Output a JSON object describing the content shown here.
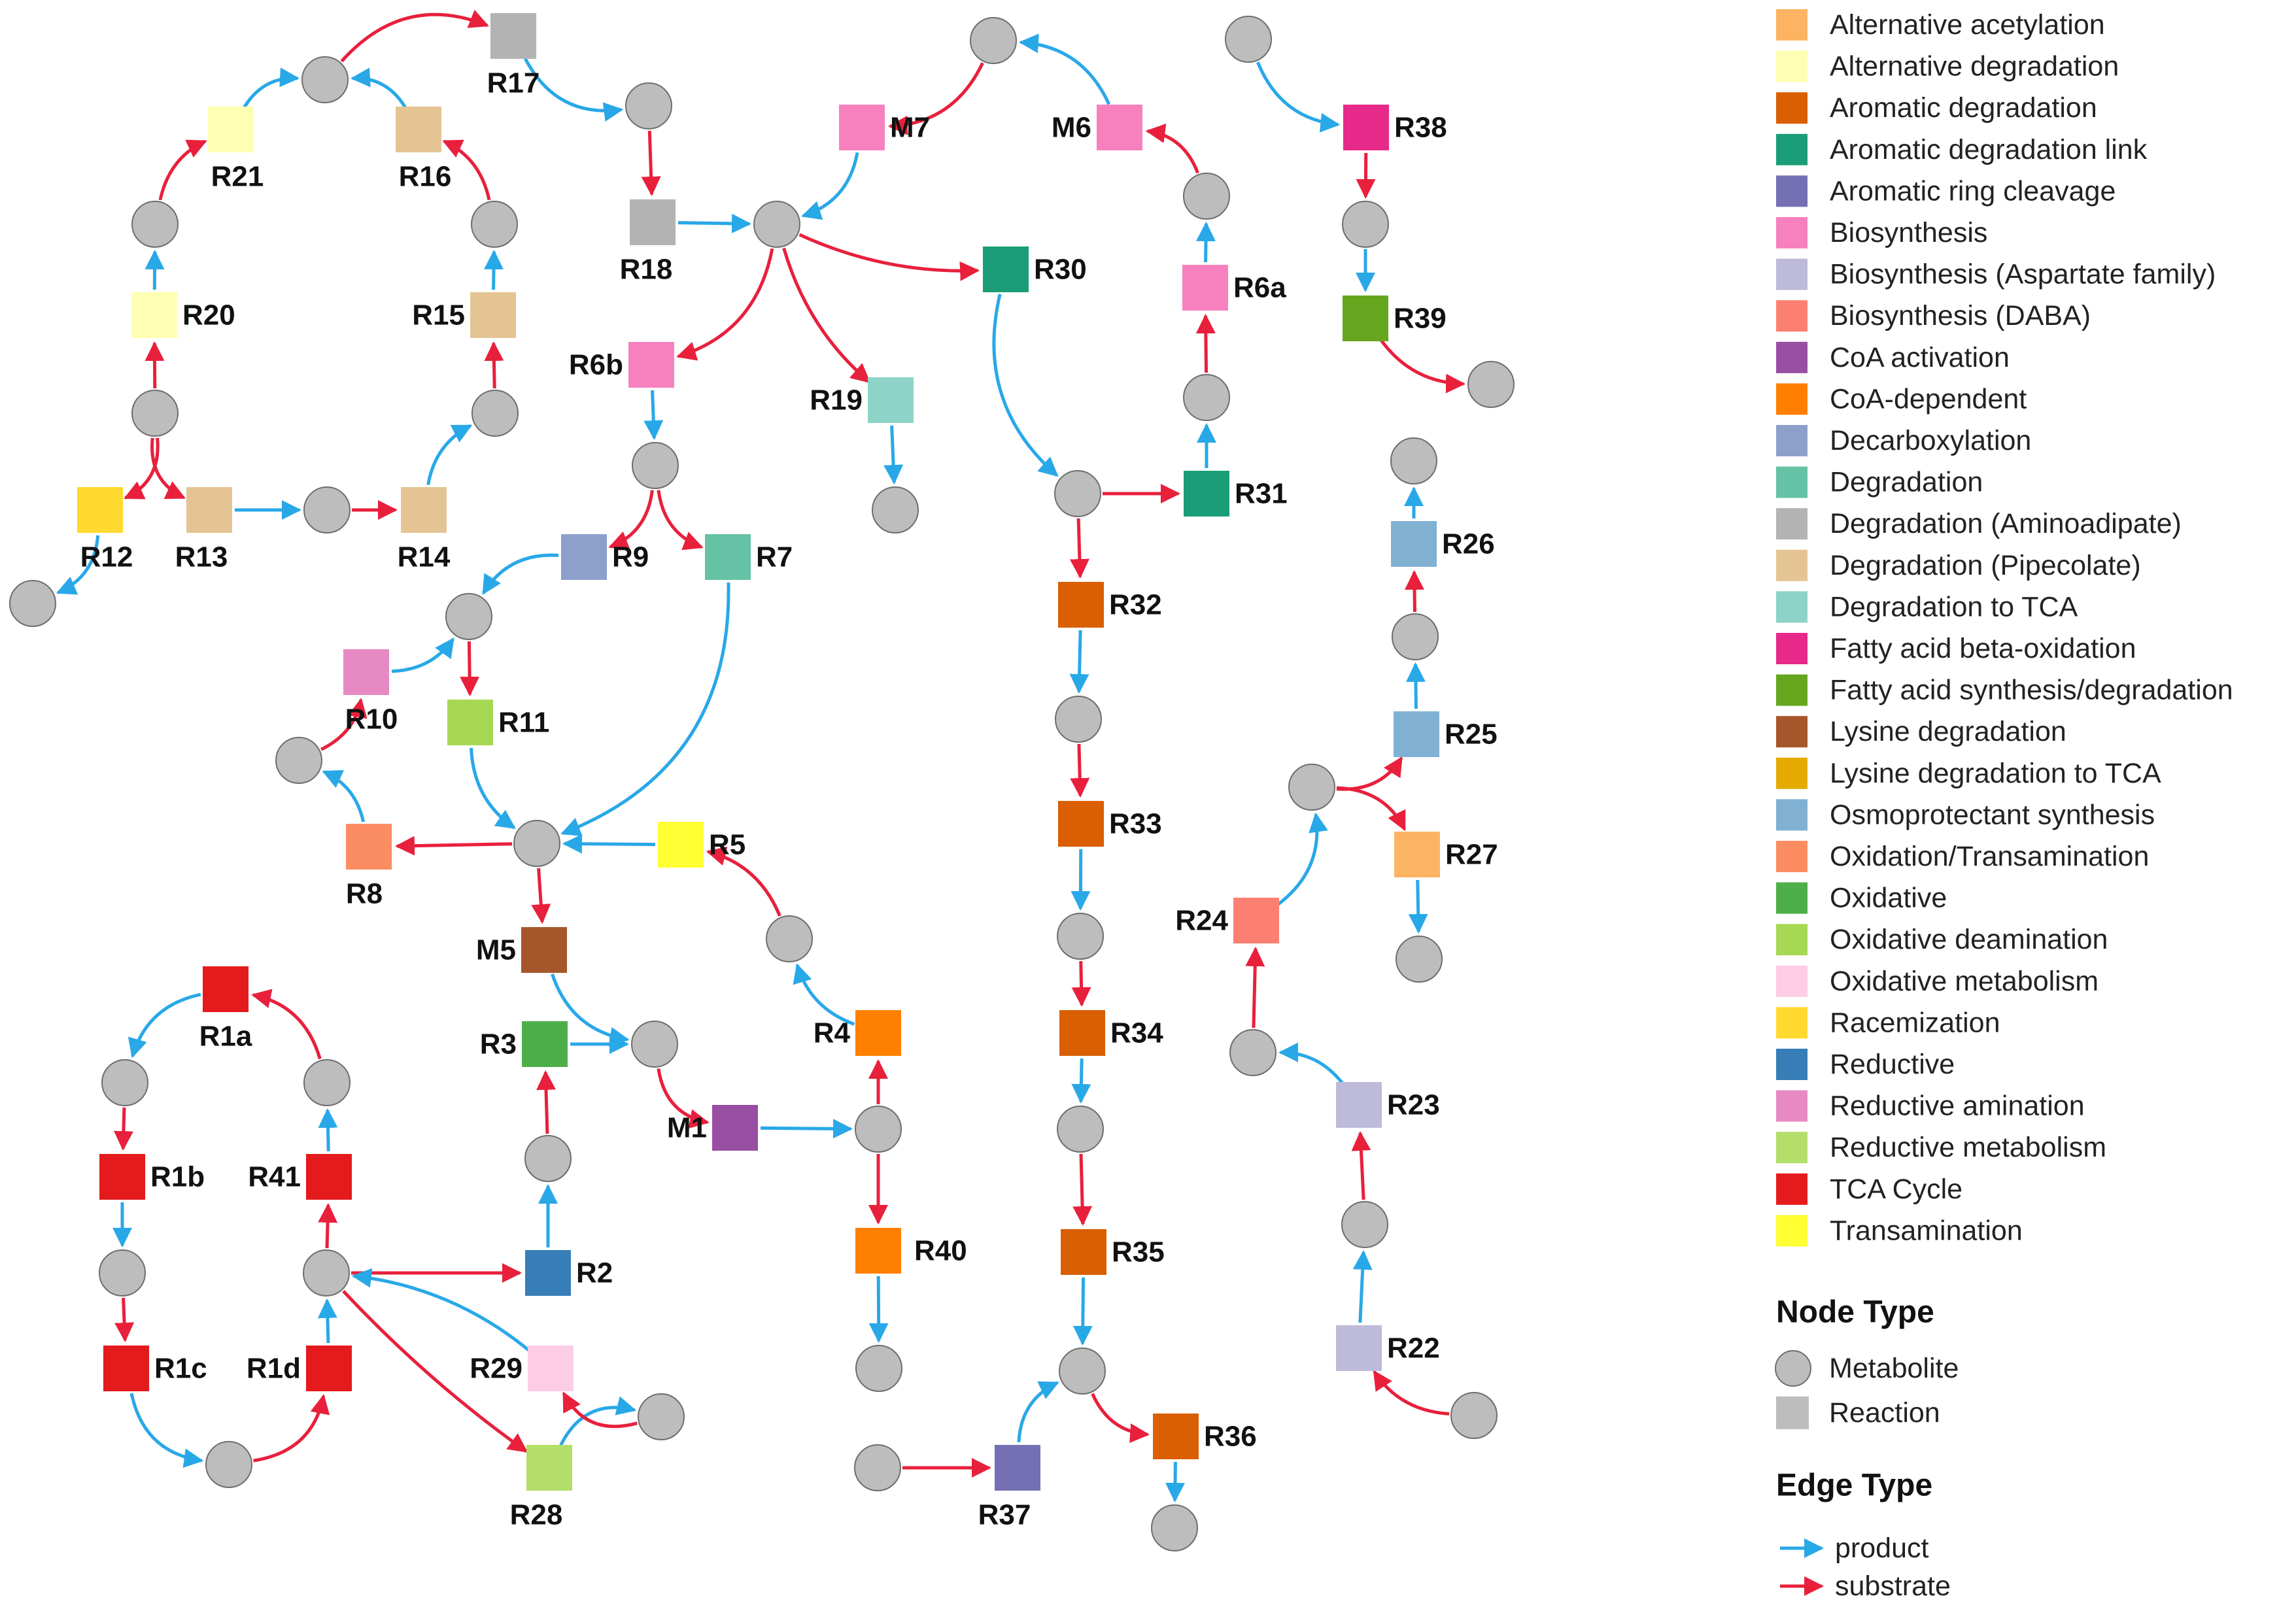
{
  "colors": {
    "product": "#29A8E8",
    "substrate": "#E8203C",
    "metabolite_fill": "#BDBDBD",
    "metabolite_stroke": "#6E6E6E",
    "reaction_legend": "#BDBDBD"
  },
  "categories": [
    {
      "name": "Alternative acetylation",
      "color": "#FDB462"
    },
    {
      "name": "Alternative degradation",
      "color": "#FFFFB3"
    },
    {
      "name": "Aromatic degradation",
      "color": "#D95F02"
    },
    {
      "name": "Aromatic degradation link",
      "color": "#1B9E77"
    },
    {
      "name": "Aromatic ring cleavage",
      "color": "#7570B3"
    },
    {
      "name": "Biosynthesis",
      "color": "#F781BF"
    },
    {
      "name": "Biosynthesis (Aspartate family)",
      "color": "#BEBADA"
    },
    {
      "name": "Biosynthesis (DABA)",
      "color": "#FB8072"
    },
    {
      "name": "CoA activation",
      "color": "#984EA3"
    },
    {
      "name": "CoA-dependent",
      "color": "#FF7F00"
    },
    {
      "name": "Decarboxylation",
      "color": "#8DA0CB"
    },
    {
      "name": "Degradation",
      "color": "#66C2A5"
    },
    {
      "name": "Degradation (Aminoadipate)",
      "color": "#B3B3B3"
    },
    {
      "name": "Degradation (Pipecolate)",
      "color": "#E5C494"
    },
    {
      "name": "Degradation to TCA",
      "color": "#8DD3C7"
    },
    {
      "name": "Fatty acid beta-oxidation",
      "color": "#E7298A"
    },
    {
      "name": "Fatty acid synthesis/degradation",
      "color": "#66A61E"
    },
    {
      "name": "Lysine degradation",
      "color": "#A6562B"
    },
    {
      "name": "Lysine degradation to TCA",
      "color": "#E6AB02"
    },
    {
      "name": "Osmoprotectant synthesis",
      "color": "#80B1D3"
    },
    {
      "name": "Oxidation/Transamination",
      "color": "#FC8D62"
    },
    {
      "name": "Oxidative",
      "color": "#4DAF4A"
    },
    {
      "name": "Oxidative deamination",
      "color": "#A6D854"
    },
    {
      "name": "Oxidative metabolism",
      "color": "#FCCDE5"
    },
    {
      "name": "Racemization",
      "color": "#FFD92F"
    },
    {
      "name": "Reductive",
      "color": "#377EB8"
    },
    {
      "name": "Reductive amination",
      "color": "#E78AC3"
    },
    {
      "name": "Reductive metabolism",
      "color": "#B3DE69"
    },
    {
      "name": "TCA Cycle",
      "color": "#E41A1C"
    },
    {
      "name": "Transamination",
      "color": "#FFFF33"
    }
  ],
  "legend": {
    "node_type_title": "Node Type",
    "node_types": [
      {
        "name": "Metabolite",
        "shape": "circle"
      },
      {
        "name": "Reaction",
        "shape": "square"
      }
    ],
    "edge_type_title": "Edge Type",
    "edge_types": [
      {
        "name": "product",
        "color_key": "product"
      },
      {
        "name": "substrate",
        "color_key": "substrate"
      }
    ]
  },
  "reactions": [
    {
      "id": "R17",
      "label": "R17",
      "category": "Degradation (Aminoadipate)"
    },
    {
      "id": "R18",
      "label": "R18",
      "category": "Degradation (Aminoadipate)"
    },
    {
      "id": "R21",
      "label": "R21",
      "category": "Alternative degradation"
    },
    {
      "id": "R20",
      "label": "R20",
      "category": "Alternative degradation"
    },
    {
      "id": "R16",
      "label": "R16",
      "category": "Degradation (Pipecolate)"
    },
    {
      "id": "R15",
      "label": "R15",
      "category": "Degradation (Pipecolate)"
    },
    {
      "id": "R14",
      "label": "R14",
      "category": "Degradation (Pipecolate)"
    },
    {
      "id": "R13",
      "label": "R13",
      "category": "Degradation (Pipecolate)"
    },
    {
      "id": "R12",
      "label": "R12",
      "category": "Racemization"
    },
    {
      "id": "M7",
      "label": "M7",
      "category": "Biosynthesis"
    },
    {
      "id": "M6",
      "label": "M6",
      "category": "Biosynthesis"
    },
    {
      "id": "R6b",
      "label": "R6b",
      "category": "Biosynthesis"
    },
    {
      "id": "R6a",
      "label": "R6a",
      "category": "Biosynthesis"
    },
    {
      "id": "R30",
      "label": "R30",
      "category": "Aromatic degradation link"
    },
    {
      "id": "R31",
      "label": "R31",
      "category": "Aromatic degradation link"
    },
    {
      "id": "R19",
      "label": "R19",
      "category": "Degradation to TCA"
    },
    {
      "id": "R38",
      "label": "R38",
      "category": "Fatty acid beta-oxidation"
    },
    {
      "id": "R39",
      "label": "R39",
      "category": "Fatty acid synthesis/degradation"
    },
    {
      "id": "R9",
      "label": "R9",
      "category": "Decarboxylation"
    },
    {
      "id": "R7",
      "label": "R7",
      "category": "Degradation"
    },
    {
      "id": "R10",
      "label": "R10",
      "category": "Reductive amination"
    },
    {
      "id": "R11",
      "label": "R11",
      "category": "Oxidative deamination"
    },
    {
      "id": "R8",
      "label": "R8",
      "category": "Oxidation/Transamination"
    },
    {
      "id": "R5",
      "label": "R5",
      "category": "Transamination"
    },
    {
      "id": "M5",
      "label": "M5",
      "category": "Lysine degradation"
    },
    {
      "id": "R3",
      "label": "R3",
      "category": "Oxidative"
    },
    {
      "id": "M1",
      "label": "M1",
      "category": "CoA activation"
    },
    {
      "id": "R4",
      "label": "R4",
      "category": "CoA-dependent"
    },
    {
      "id": "R40",
      "label": "R40",
      "category": "CoA-dependent"
    },
    {
      "id": "R2",
      "label": "R2",
      "category": "Reductive"
    },
    {
      "id": "R29",
      "label": "R29",
      "category": "Oxidative metabolism"
    },
    {
      "id": "R28",
      "label": "R28",
      "category": "Reductive metabolism"
    },
    {
      "id": "R1a",
      "label": "R1a",
      "category": "TCA Cycle"
    },
    {
      "id": "R1b",
      "label": "R1b",
      "category": "TCA Cycle"
    },
    {
      "id": "R1c",
      "label": "R1c",
      "category": "TCA Cycle"
    },
    {
      "id": "R1d",
      "label": "R1d",
      "category": "TCA Cycle"
    },
    {
      "id": "R41",
      "label": "R41",
      "category": "TCA Cycle"
    },
    {
      "id": "R32",
      "label": "R32",
      "category": "Aromatic degradation"
    },
    {
      "id": "R33",
      "label": "R33",
      "category": "Aromatic degradation"
    },
    {
      "id": "R34",
      "label": "R34",
      "category": "Aromatic degradation"
    },
    {
      "id": "R35",
      "label": "R35",
      "category": "Aromatic degradation"
    },
    {
      "id": "R36",
      "label": "R36",
      "category": "Aromatic degradation"
    },
    {
      "id": "R37",
      "label": "R37",
      "category": "Aromatic ring cleavage"
    },
    {
      "id": "R26",
      "label": "R26",
      "category": "Osmoprotectant synthesis"
    },
    {
      "id": "R25",
      "label": "R25",
      "category": "Osmoprotectant synthesis"
    },
    {
      "id": "R27",
      "label": "R27",
      "category": "Alternative acetylation"
    },
    {
      "id": "R24",
      "label": "R24",
      "category": "Biosynthesis (DABA)"
    },
    {
      "id": "R23",
      "label": "R23",
      "category": "Biosynthesis (Aspartate family)"
    },
    {
      "id": "R22",
      "label": "R22",
      "category": "Biosynthesis (Aspartate family)"
    }
  ],
  "metabolites": [
    "m1",
    "m2",
    "m3",
    "m4",
    "m5",
    "m6",
    "m7",
    "m8",
    "m9",
    "m10",
    "m11",
    "m12",
    "m13",
    "m14",
    "m15",
    "m16",
    "m17",
    "m18",
    "m19",
    "m20",
    "m21",
    "m22",
    "m23",
    "m24",
    "m25",
    "m26",
    "m27",
    "m28",
    "m29",
    "m30",
    "m31",
    "m32",
    "m33",
    "m34",
    "m35",
    "m36",
    "m37",
    "m38",
    "m39",
    "m40",
    "m41",
    "m42",
    "m43",
    "m44",
    "m45",
    "m46",
    "m47",
    "m48",
    "m49",
    "m50",
    "m51",
    "m52"
  ],
  "edges": [
    {
      "from": "m1",
      "to": "R17",
      "type": "substrate"
    },
    {
      "from": "R17",
      "to": "m2",
      "type": "product"
    },
    {
      "from": "m2",
      "to": "R18",
      "type": "substrate"
    },
    {
      "from": "R18",
      "to": "m3",
      "type": "product"
    },
    {
      "from": "R21",
      "to": "m1",
      "type": "product"
    },
    {
      "from": "m4",
      "to": "R21",
      "type": "substrate"
    },
    {
      "from": "R20",
      "to": "m4",
      "type": "product"
    },
    {
      "from": "m5",
      "to": "R20",
      "type": "substrate"
    },
    {
      "from": "R16",
      "to": "m1",
      "type": "product"
    },
    {
      "from": "m6",
      "to": "R16",
      "type": "substrate"
    },
    {
      "from": "R15",
      "to": "m6",
      "type": "product"
    },
    {
      "from": "m7",
      "to": "R15",
      "type": "substrate"
    },
    {
      "from": "R14",
      "to": "m7",
      "type": "product"
    },
    {
      "from": "m8",
      "to": "R14",
      "type": "substrate"
    },
    {
      "from": "R13",
      "to": "m8",
      "type": "product"
    },
    {
      "from": "m5",
      "to": "R13",
      "type": "substrate"
    },
    {
      "from": "m5",
      "to": "R12",
      "type": "substrate"
    },
    {
      "from": "R12",
      "to": "m9",
      "type": "product"
    },
    {
      "from": "m10",
      "to": "M7",
      "type": "substrate"
    },
    {
      "from": "M7",
      "to": "m3",
      "type": "product"
    },
    {
      "from": "M6",
      "to": "m10",
      "type": "product"
    },
    {
      "from": "m11",
      "to": "M6",
      "type": "substrate"
    },
    {
      "from": "R6a",
      "to": "m11",
      "type": "product"
    },
    {
      "from": "m12",
      "to": "R6a",
      "type": "substrate"
    },
    {
      "from": "R31",
      "to": "m12",
      "type": "product"
    },
    {
      "from": "m13",
      "to": "R31",
      "type": "substrate"
    },
    {
      "from": "m3",
      "to": "R30",
      "type": "substrate"
    },
    {
      "from": "R30",
      "to": "m13",
      "type": "product"
    },
    {
      "from": "m3",
      "to": "R19",
      "type": "substrate"
    },
    {
      "from": "R19",
      "to": "m14",
      "type": "product"
    },
    {
      "from": "m3",
      "to": "R6b",
      "type": "substrate"
    },
    {
      "from": "R6b",
      "to": "m15",
      "type": "product"
    },
    {
      "from": "m15",
      "to": "R9",
      "type": "substrate"
    },
    {
      "from": "m15",
      "to": "R7",
      "type": "substrate"
    },
    {
      "from": "R9",
      "to": "m16",
      "type": "product"
    },
    {
      "from": "R7",
      "to": "m17",
      "type": "product"
    },
    {
      "from": "R10",
      "to": "m16",
      "type": "product"
    },
    {
      "from": "m18",
      "to": "R10",
      "type": "substrate"
    },
    {
      "from": "m16",
      "to": "R11",
      "type": "substrate"
    },
    {
      "from": "R11",
      "to": "m17",
      "type": "product"
    },
    {
      "from": "m17",
      "to": "R8",
      "type": "substrate"
    },
    {
      "from": "R8",
      "to": "m18",
      "type": "product"
    },
    {
      "from": "R5",
      "to": "m17",
      "type": "product"
    },
    {
      "from": "m19",
      "to": "R5",
      "type": "substrate"
    },
    {
      "from": "m17",
      "to": "M5",
      "type": "substrate"
    },
    {
      "from": "M5",
      "to": "m20",
      "type": "product"
    },
    {
      "from": "R3",
      "to": "m20",
      "type": "product"
    },
    {
      "from": "m20",
      "to": "M1",
      "type": "substrate"
    },
    {
      "from": "M1",
      "to": "m21",
      "type": "product"
    },
    {
      "from": "m21",
      "to": "R4",
      "type": "substrate"
    },
    {
      "from": "R4",
      "to": "m19",
      "type": "product"
    },
    {
      "from": "m21",
      "to": "R40",
      "type": "substrate"
    },
    {
      "from": "R40",
      "to": "m22",
      "type": "product"
    },
    {
      "from": "m23",
      "to": "R3",
      "type": "substrate"
    },
    {
      "from": "R2",
      "to": "m23",
      "type": "product"
    },
    {
      "from": "m24",
      "to": "R2",
      "type": "substrate"
    },
    {
      "from": "m24",
      "to": "R28",
      "type": "substrate"
    },
    {
      "from": "R28",
      "to": "m25",
      "type": "product"
    },
    {
      "from": "m25",
      "to": "R29",
      "type": "substrate"
    },
    {
      "from": "R29",
      "to": "m24",
      "type": "product"
    },
    {
      "from": "m26",
      "to": "R1a",
      "type": "substrate"
    },
    {
      "from": "R1a",
      "to": "m27",
      "type": "product"
    },
    {
      "from": "m27",
      "to": "R1b",
      "type": "substrate"
    },
    {
      "from": "R1b",
      "to": "m28",
      "type": "product"
    },
    {
      "from": "m28",
      "to": "R1c",
      "type": "substrate"
    },
    {
      "from": "R1c",
      "to": "m29",
      "type": "product"
    },
    {
      "from": "m29",
      "to": "R1d",
      "type": "substrate"
    },
    {
      "from": "R1d",
      "to": "m24",
      "type": "product"
    },
    {
      "from": "m24",
      "to": "R41",
      "type": "substrate"
    },
    {
      "from": "R41",
      "to": "m26",
      "type": "product"
    },
    {
      "from": "m13",
      "to": "R32",
      "type": "substrate"
    },
    {
      "from": "R32",
      "to": "m30",
      "type": "product"
    },
    {
      "from": "m30",
      "to": "R33",
      "type": "substrate"
    },
    {
      "from": "R33",
      "to": "m31",
      "type": "product"
    },
    {
      "from": "m31",
      "to": "R34",
      "type": "substrate"
    },
    {
      "from": "R34",
      "to": "m32",
      "type": "product"
    },
    {
      "from": "m32",
      "to": "R35",
      "type": "substrate"
    },
    {
      "from": "R35",
      "to": "m33",
      "type": "product"
    },
    {
      "from": "m33",
      "to": "R36",
      "type": "substrate"
    },
    {
      "from": "R36",
      "to": "m34",
      "type": "product"
    },
    {
      "from": "m35",
      "to": "R37",
      "type": "substrate"
    },
    {
      "from": "R37",
      "to": "m33",
      "type": "product"
    },
    {
      "from": "m36",
      "to": "R38",
      "type": "product"
    },
    {
      "from": "R38",
      "to": "m37",
      "type": "substrate"
    },
    {
      "from": "m37",
      "to": "R39",
      "type": "product"
    },
    {
      "from": "R39",
      "to": "m38",
      "type": "substrate"
    },
    {
      "from": "R26",
      "to": "m39",
      "type": "product"
    },
    {
      "from": "m40",
      "to": "R26",
      "type": "substrate"
    },
    {
      "from": "R25",
      "to": "m40",
      "type": "product"
    },
    {
      "from": "m41",
      "to": "R25",
      "type": "substrate"
    },
    {
      "from": "m41",
      "to": "R27",
      "type": "substrate"
    },
    {
      "from": "R27",
      "to": "m42",
      "type": "product"
    },
    {
      "from": "R24",
      "to": "m41",
      "type": "product"
    },
    {
      "from": "m43",
      "to": "R24",
      "type": "substrate"
    },
    {
      "from": "R23",
      "to": "m43",
      "type": "product"
    },
    {
      "from": "m44",
      "to": "R23",
      "type": "substrate"
    },
    {
      "from": "R22",
      "to": "m44",
      "type": "product"
    },
    {
      "from": "m45",
      "to": "R22",
      "type": "substrate"
    }
  ]
}
